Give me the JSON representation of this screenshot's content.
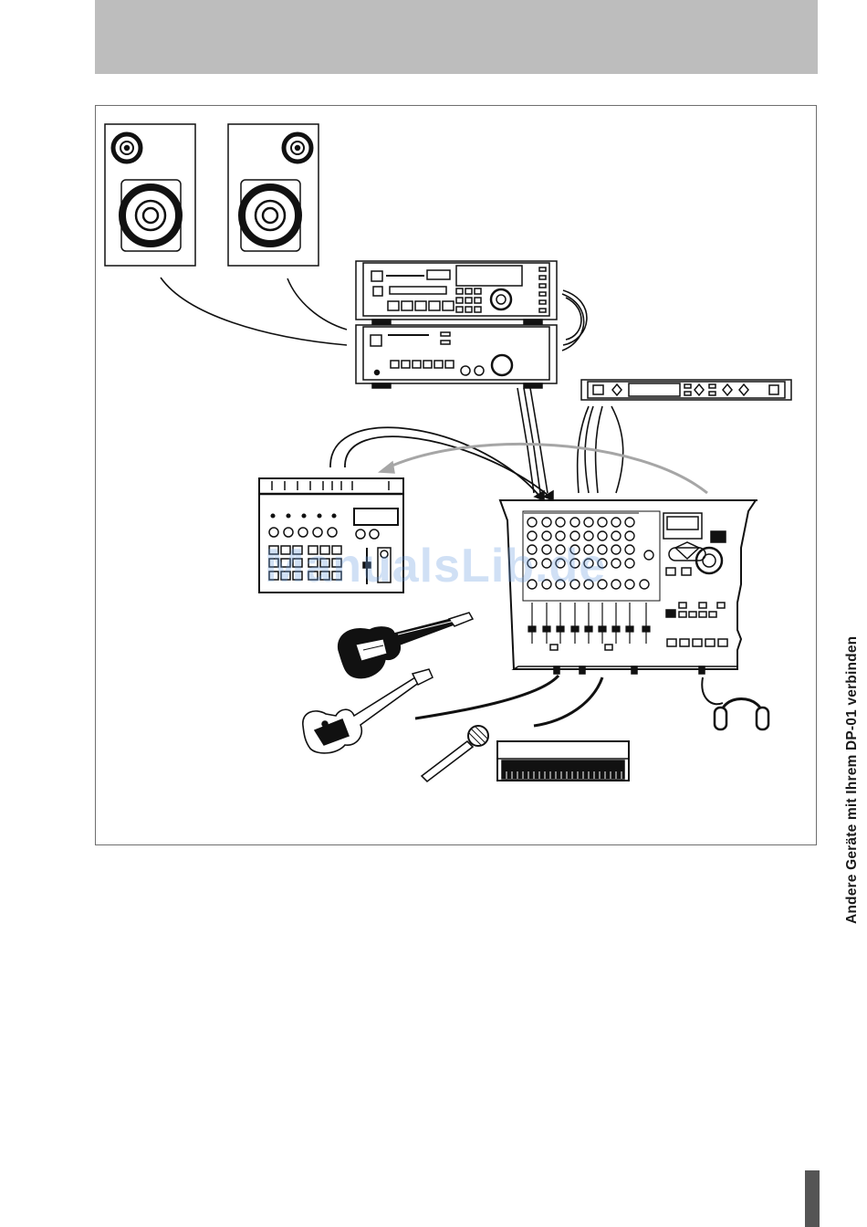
{
  "page": {
    "side_title": "Andere Geräte mit Ihrem DP-01 verbinden",
    "watermark": "ManualsLib.de"
  },
  "colors": {
    "header_band": "#bdbdbd",
    "line_art": "#111111",
    "grey_cable": "#a6a6a6",
    "page_tab": "#555555"
  },
  "figure": {
    "devices": [
      "speaker-left",
      "speaker-right",
      "cd-recorder",
      "amplifier",
      "effects-processor",
      "mixer",
      "dp-01-recorder",
      "electric-guitar",
      "bass-guitar",
      "microphone",
      "keyboard",
      "headphones"
    ]
  }
}
